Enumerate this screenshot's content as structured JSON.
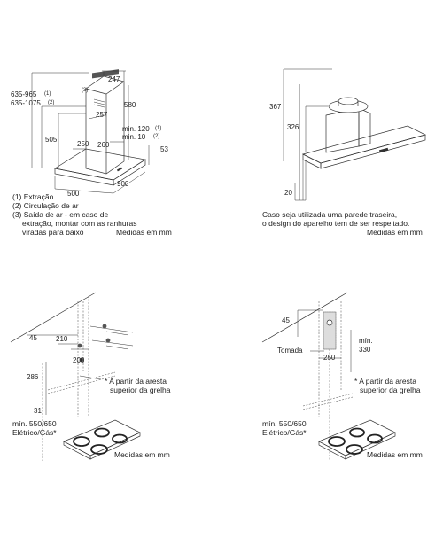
{
  "panel1": {
    "dims": {
      "h1": "635-965",
      "h1_ref": "(1)",
      "h2": "635-1075",
      "h2_ref": "(2)",
      "ref3": "(3)",
      "top_w": "247",
      "d257": "257",
      "d580": "580",
      "d505": "505",
      "d250": "250",
      "d260": "260",
      "min120": "min. 120",
      "min120_ref": "(1)",
      "min10": "min. 10",
      "min10_ref": "(2)",
      "d53": "53",
      "d500": "500",
      "d900": "900"
    },
    "notes": [
      "(1) Extração",
      "(2) Circulação de ar",
      "(3) Saída de ar - em caso de",
      "extração, montar com as ranhuras",
      "viradas para baixo"
    ],
    "units": "Medidas em mm"
  },
  "panel2": {
    "dims": {
      "d367": "367",
      "d326": "326",
      "d20": "20"
    },
    "caption": [
      "Caso seja utilizada uma parede traseira,",
      "o design do aparelho tem de ser respeitado."
    ],
    "units": "Medidas em mm"
  },
  "panel3": {
    "dims": {
      "d45": "45",
      "d210": "210",
      "d200": "200",
      "d286": "286",
      "d31": "31",
      "star": "*"
    },
    "note": [
      "* A partir da aresta",
      "superior da grelha"
    ],
    "minimum": [
      "mín. 550/650",
      "Elétrico/Gás*"
    ],
    "units": "Medidas em mm"
  },
  "panel4": {
    "dims": {
      "d45": "45",
      "tomada": "Tomada",
      "min": "mín.",
      "d330": "330",
      "d250": "250"
    },
    "note": [
      "* A partir da aresta",
      "superior da grelha"
    ],
    "minimum": [
      "mín. 550/650",
      "Elétrico/Gás*"
    ],
    "units": "Medidas em mm"
  }
}
